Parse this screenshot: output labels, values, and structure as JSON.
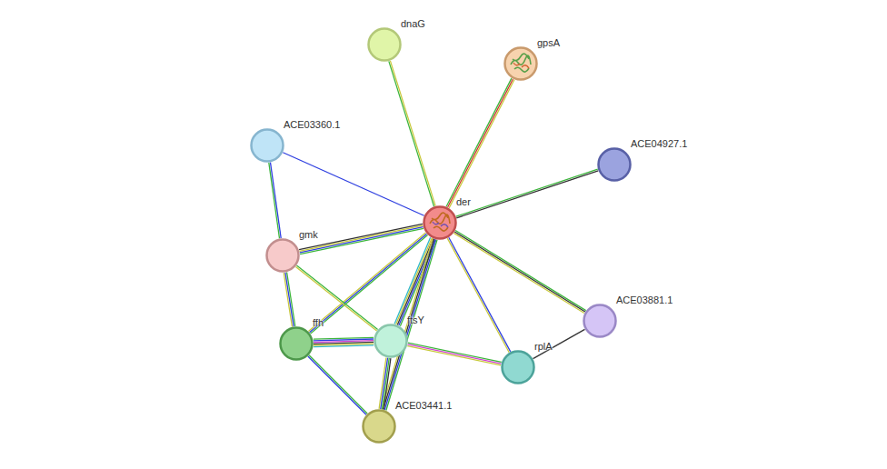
{
  "diagram": {
    "nodes": [
      {
        "text": [
          "dnaG"
        ]
      },
      {
        "text": [
          "gpsA"
        ]
      },
      {
        "text": [
          "ACE03360.1"
        ]
      },
      {
        "text": [
          "ACE04927.1"
        ]
      },
      {
        "text": [
          "der"
        ]
      },
      {
        "text": [
          "gmk"
        ]
      },
      {
        "text": [
          "ACE03881.1"
        ]
      },
      {
        "text": [
          "ffh"
        ]
      },
      {
        "text": [
          "ftsY"
        ]
      },
      {
        "text": [
          "rplA"
        ]
      },
      {
        "text": [
          "ACE03441.1"
        ]
      }
    ],
    "edges": [
      {
        "from": 4,
        "to": 0,
        "arrow": "none"
      },
      {
        "from": 4,
        "to": 1,
        "arrow": "none"
      },
      {
        "from": 4,
        "to": 3,
        "arrow": "none"
      },
      {
        "from": 4,
        "to": 2,
        "arrow": "none"
      },
      {
        "from": 4,
        "to": 5,
        "arrow": "none"
      },
      {
        "from": 4,
        "to": 7,
        "arrow": "none"
      },
      {
        "from": 4,
        "to": 8,
        "arrow": "none"
      },
      {
        "from": 4,
        "to": 9,
        "arrow": "none"
      },
      {
        "from": 4,
        "to": 6,
        "arrow": "none"
      },
      {
        "from": 4,
        "to": 10,
        "arrow": "none"
      },
      {
        "from": 2,
        "to": 5,
        "arrow": "none"
      },
      {
        "from": 5,
        "to": 7,
        "arrow": "none"
      },
      {
        "from": 5,
        "to": 8,
        "arrow": "none"
      },
      {
        "from": 7,
        "to": 8,
        "arrow": "none"
      },
      {
        "from": 7,
        "to": 10,
        "arrow": "none"
      },
      {
        "from": 8,
        "to": 9,
        "arrow": "none"
      },
      {
        "from": 8,
        "to": 10,
        "arrow": "none"
      },
      {
        "from": 9,
        "to": 6,
        "arrow": "none"
      }
    ]
  }
}
